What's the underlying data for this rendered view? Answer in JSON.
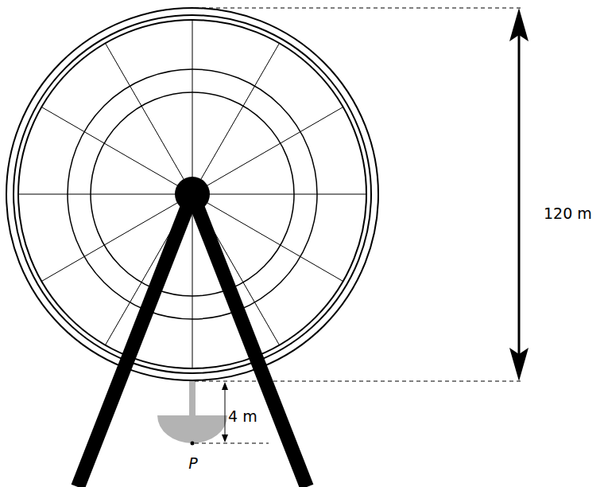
{
  "diagram": {
    "labels": [
      "120 m",
      "4 m",
      "P"
    ]
  }
}
